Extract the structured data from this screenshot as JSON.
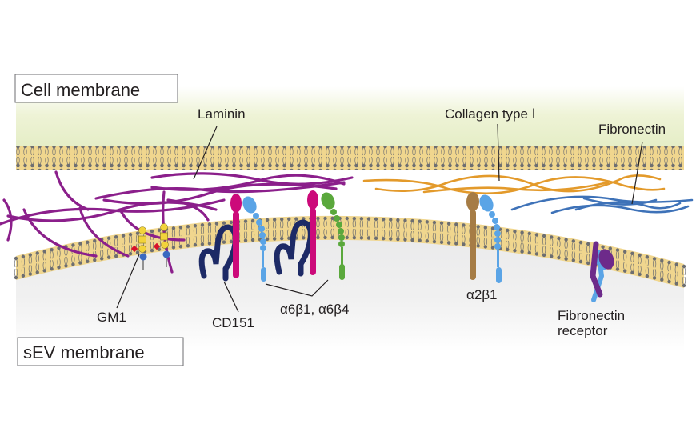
{
  "figure": {
    "membranes": {
      "cell": "Cell membrane",
      "sev": "sEV membrane"
    },
    "ecm_labels": {
      "laminin": "Laminin",
      "collagen": "Collagen type Ⅰ",
      "fibronectin": "Fibronectin"
    },
    "molecule_labels": {
      "gm1": "GM1",
      "cd151": "CD151",
      "a6": "α6β1, α6β4",
      "a2b1": "α2β1",
      "fnr_line1": "Fibronectin",
      "fnr_line2": "receptor"
    },
    "colors": {
      "cytoplasm": "#e6efc8",
      "sev_lumen": "#ececec",
      "lipid_band": "#f0d68e",
      "lipid_head": "#6d6e71",
      "laminin": "#8b1f8b",
      "collagen": "#e39a2b",
      "fibronectin": "#3e72b8",
      "alpha6": "#cc0a7a",
      "beta1": "#5aa4e6",
      "beta4": "#5aa83c",
      "alpha2": "#a67c45",
      "cd151": "#1d2a66",
      "fnr_alpha": "#6d2a8a",
      "gm1_gal": "#f2d33b",
      "gm1_sia": "#d7112a",
      "gm1_glc": "#3a69c0"
    }
  }
}
